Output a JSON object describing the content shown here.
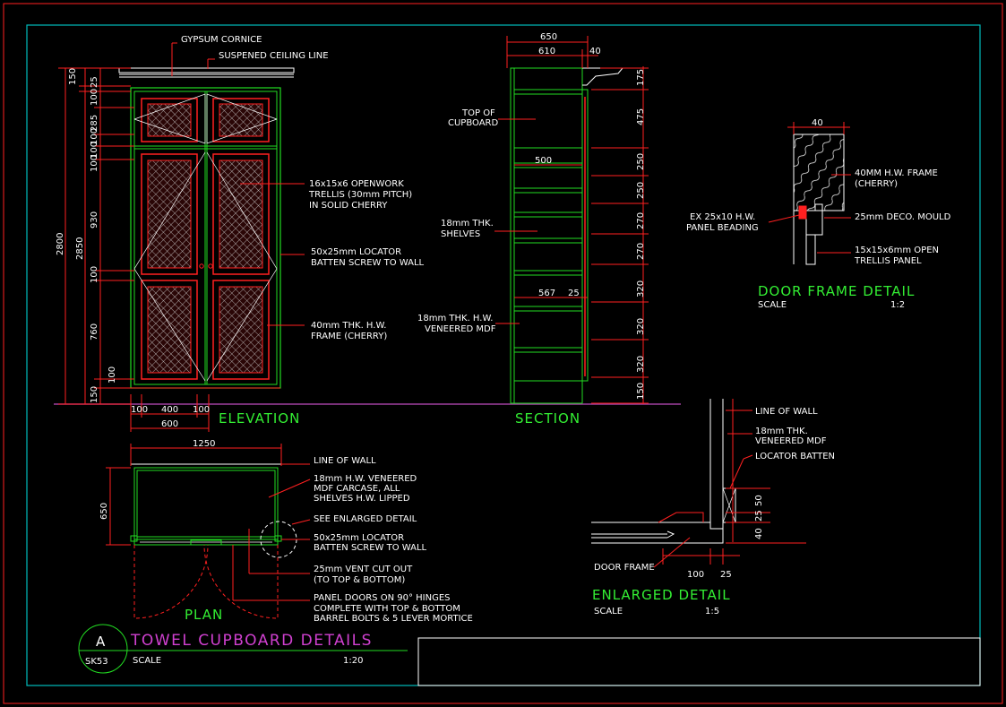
{
  "colors": {
    "background": "#000000",
    "border": "#00bcbc",
    "frame_red": "#ff2020",
    "outline_green": "#22dd22",
    "title_magenta": "#d040d0",
    "title_green": "#33ee33",
    "floor_line": "#a040a0"
  },
  "elevation": {
    "label": "ELEVATION",
    "notes": {
      "cornice": "GYPSUM CORNICE",
      "ceiling": "SUSPENED CEILING LINE",
      "trellis_1": "16x15x6 OPENWORK",
      "trellis_2": "TRELLIS (30mm PITCH)",
      "trellis_3": "IN SOLID CHERRY",
      "locator_1": "50x25mm LOCATOR",
      "locator_2": "BATTEN SCREW TO WALL",
      "frame_1": "40mm THK. H.W.",
      "frame_2": "FRAME (CHERRY)"
    },
    "dims_vertical": [
      "150",
      "25",
      "100",
      "285",
      "100",
      "100",
      "100",
      "930",
      "100",
      "760",
      "100",
      "150"
    ],
    "dims_overall": [
      "2800",
      "2850"
    ],
    "dims_bottom": [
      "100",
      "400",
      "100",
      "600"
    ]
  },
  "section": {
    "label": "SECTION",
    "dims_top": [
      "650",
      "610",
      "40"
    ],
    "dims_inner": [
      "500",
      "567",
      "25"
    ],
    "dims_right": [
      "175",
      "475",
      "250",
      "250",
      "270",
      "270",
      "320",
      "320",
      "320",
      "150"
    ],
    "notes": {
      "top_1": "TOP OF",
      "top_2": "CUPBOARD",
      "shelves_1": "18mm THK.",
      "shelves_2": "SHELVES",
      "mdf_1": "18mm THK. H.W.",
      "mdf_2": "VENEERED MDF"
    }
  },
  "door_frame_detail": {
    "title": "DOOR FRAME DETAIL",
    "scale_label": "SCALE",
    "scale": "1:2",
    "dim_top": "40",
    "notes": {
      "frame_1": "40MM H.W. FRAME",
      "frame_2": "(CHERRY)",
      "mould": "25mm DECO. MOULD",
      "beading_1": "EX 25x10 H.W.",
      "beading_2": "PANEL BEADING",
      "trellis_1": "15x15x6mm OPEN",
      "trellis_2": "TRELLIS PANEL"
    }
  },
  "plan": {
    "label": "PLAN",
    "dim_width": "1250",
    "dim_depth": "650",
    "notes": {
      "wall": "LINE OF WALL",
      "carcase_1": "18mm H.W. VENEERED",
      "carcase_2": "MDF CARCASE, ALL",
      "carcase_3": "SHELVES H.W. LIPPED",
      "enlarged": "SEE ENLARGED DETAIL",
      "locator_1": "50x25mm LOCATOR",
      "locator_2": "BATTEN SCREW TO WALL",
      "vent_1": "25mm VENT CUT OUT",
      "vent_2": "(TO TOP & BOTTOM)",
      "doors_1": "PANEL DOORS ON 90° HINGES",
      "doors_2": "COMPLETE WITH TOP & BOTTOM",
      "doors_3": "BARREL BOLTS & 5 LEVER MORTICE"
    }
  },
  "enlarged_detail": {
    "title": "ENLARGED DETAIL",
    "scale_label": "SCALE",
    "scale": "1:5",
    "dims_right": [
      "50",
      "25",
      "40"
    ],
    "dims_bottom": [
      "100",
      "25"
    ],
    "notes": {
      "wall": "LINE OF WALL",
      "mdf_1": "18mm THK.",
      "mdf_2": "VENEERED MDF",
      "batten": "LOCATOR BATTEN",
      "door_frame": "DOOR FRAME"
    }
  },
  "title_block": {
    "symbol_letter": "A",
    "sheet_ref": "SK53",
    "title": "TOWEL CUPBOARD DETAILS",
    "scale_label": "SCALE",
    "scale": "1:20"
  }
}
